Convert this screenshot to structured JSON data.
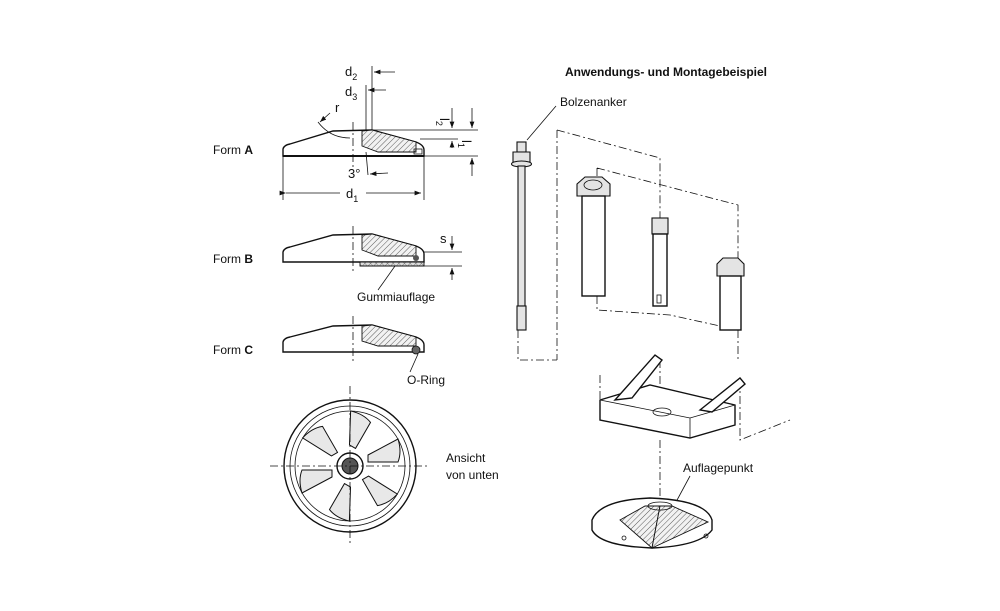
{
  "left": {
    "form_a": {
      "prefix": "Form ",
      "letter": "A"
    },
    "form_b": {
      "prefix": "Form ",
      "letter": "B"
    },
    "form_c": {
      "prefix": "Form ",
      "letter": "C"
    },
    "dims": {
      "d2": {
        "base": "d",
        "sub": "2"
      },
      "d3": {
        "base": "d",
        "sub": "3"
      },
      "r": "r",
      "l2": {
        "base": "l",
        "sub": "2"
      },
      "l1": {
        "base": "l",
        "sub": "1"
      },
      "angle": "3°",
      "d1": {
        "base": "d",
        "sub": "1"
      },
      "s": "s"
    },
    "gummiauflage": "Gummiauflage",
    "o_ring": "O-Ring",
    "ansicht": [
      "Ansicht",
      "von unten"
    ]
  },
  "right": {
    "title": "Anwendungs- und Montagebeispiel",
    "bolzenanker": "Bolzenanker",
    "auflagepunkt": "Auflagepunkt"
  }
}
